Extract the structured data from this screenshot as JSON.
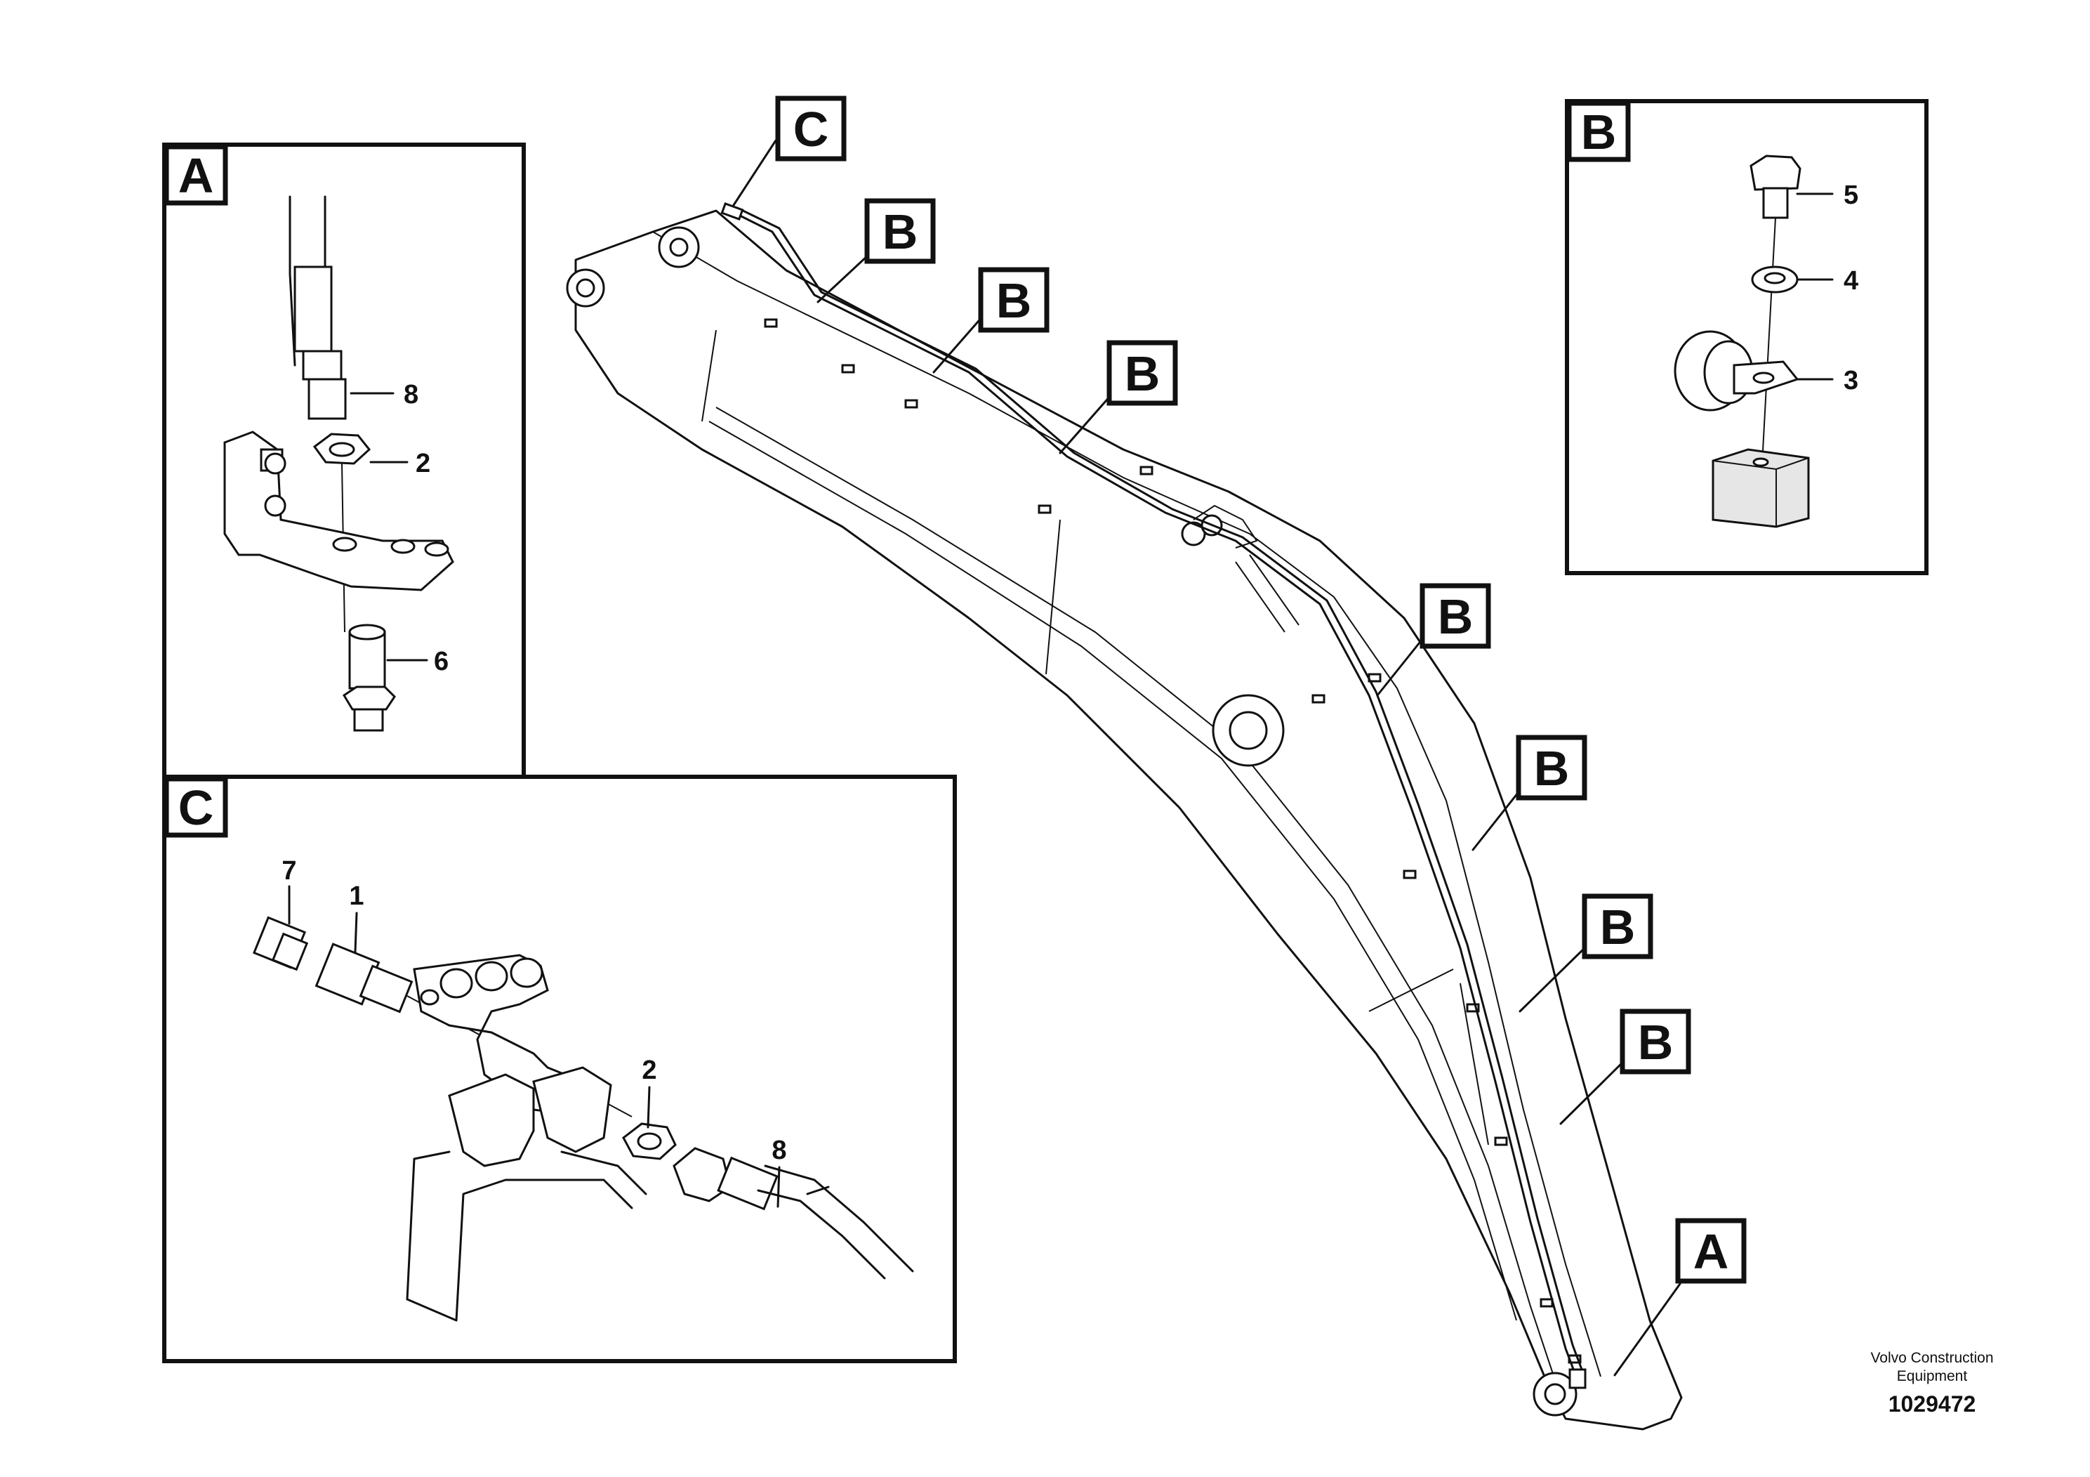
{
  "detail_labels": {
    "a": "A",
    "b": "B",
    "c": "C"
  },
  "part_numbers": {
    "fitting_1": "1",
    "nut_2": "2",
    "clamp_3": "3",
    "washer_4": "4",
    "screw_5": "5",
    "fitting_6": "6",
    "plug_7": "7",
    "hose_8": "8"
  },
  "footer": {
    "brand_line1": "Volvo Construction",
    "brand_line2": "Equipment",
    "drawing_number": "1029472"
  }
}
